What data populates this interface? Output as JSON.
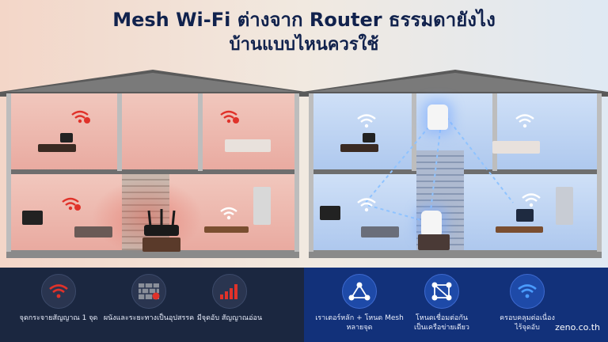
{
  "title": {
    "line1": "Mesh Wi-Fi ต่างจาก Router ธรรมดายังไง",
    "line2": "บ้านแบบไหนควรใช้"
  },
  "left_panel": {
    "features": [
      {
        "icon": "wifi-icon",
        "caption": "จุดกระจายสัญญาณ 1 จุด"
      },
      {
        "icon": "brick-wall-icon",
        "caption": "ผนังและระยะทางเป็นอุปสรรค"
      },
      {
        "icon": "weak-signal-bars-icon",
        "caption": "มีจุดอับ สัญญาณอ่อน"
      }
    ]
  },
  "right_panel": {
    "features": [
      {
        "icon": "mesh-network-icon",
        "caption": "เราเตอร์หลัก + โหนด Mesh หลายจุด"
      },
      {
        "icon": "connected-nodes-icon",
        "caption": "โหนดเชื่อมต่อกัน\nเป็นเครือข่ายเดียว"
      },
      {
        "icon": "wifi-icon",
        "caption": "ครอบคลุมต่อเนื่อง\nไร้จุดอับ"
      }
    ]
  },
  "brand": "zeno.co.th",
  "colors": {
    "title": "#11224d",
    "left_glow": "#e0584a",
    "right_glow": "#3c8cff",
    "left_panel": "#1b2740",
    "right_panel": "#12317a",
    "wifi_red": "#e0322a",
    "wifi_blue": "#4a9bff"
  }
}
